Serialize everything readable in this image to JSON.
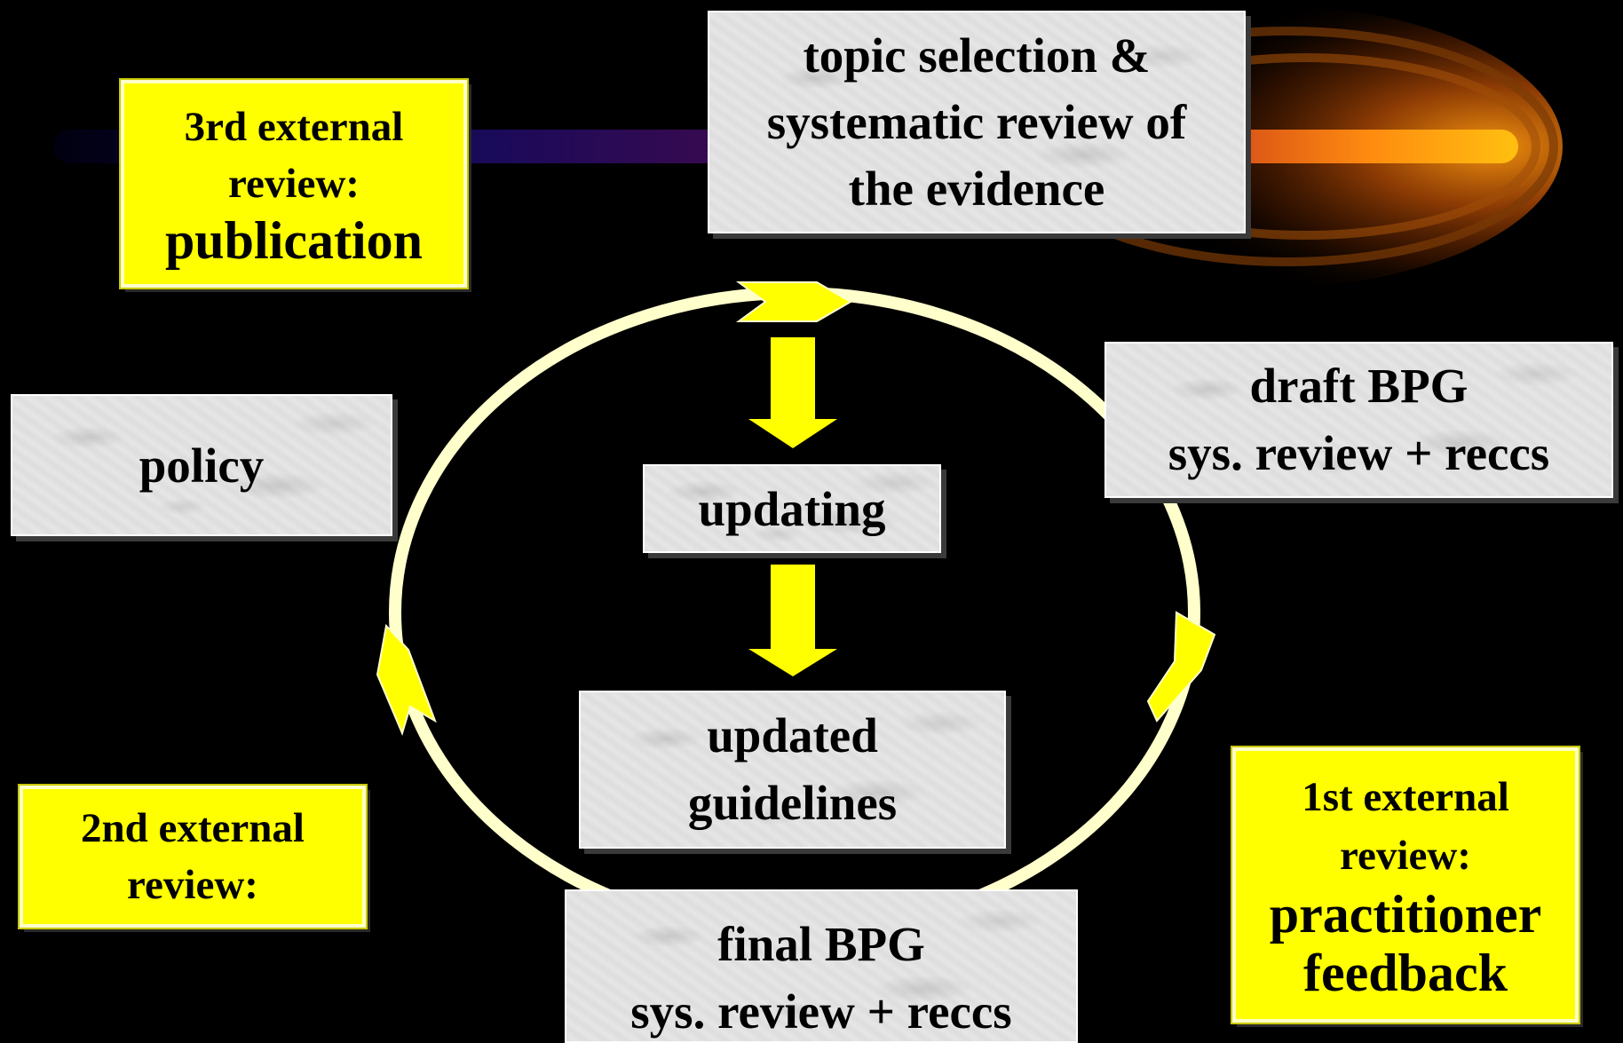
{
  "colors": {
    "background": "#000000",
    "accent_yellow": "#ffff00",
    "cycle_ring": "#ffffcc",
    "comet_orange": "#ff8c00"
  },
  "boxes": {
    "topic": {
      "lines": [
        "topic selection &",
        "systematic review of",
        "the evidence"
      ]
    },
    "third_review": {
      "line1": "3rd external",
      "line2": "review:",
      "line3": "publication"
    },
    "policy": {
      "label": "policy"
    },
    "draft": {
      "line1": "draft BPG",
      "line2": "sys. review + reccs"
    },
    "updating": {
      "label": "updating"
    },
    "updated_guidelines": {
      "line1": "updated",
      "line2": "guidelines"
    },
    "second_review": {
      "line1": "2nd external",
      "line2": "review:"
    },
    "final": {
      "line1": "final BPG",
      "line2": "sys. review + reccs"
    },
    "first_review": {
      "line1": "1st external",
      "line2": "review:",
      "line3": "practitioner",
      "line4": "feedback"
    }
  }
}
